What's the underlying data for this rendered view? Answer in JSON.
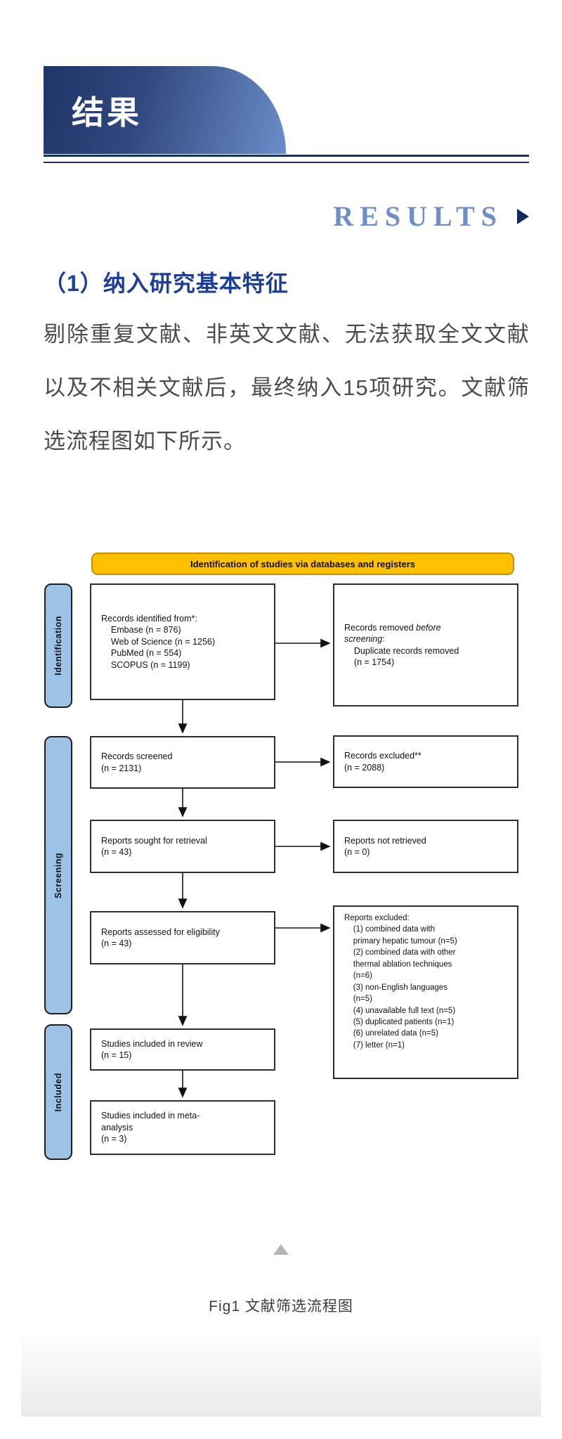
{
  "page": {
    "section_banner_cn": "结果",
    "section_title_en": "RESULTS",
    "subsection_heading": "（1）纳入研究基本特征",
    "paragraph": "剔除重复文献、非英文文献、无法获取全文文献以及不相关文献后，最终纳入15项研究。文献筛选流程图如下所示。",
    "figure_caption": "Fig1 文献筛选流程图"
  },
  "colors": {
    "header_gradient_start": "#203468",
    "header_gradient_end": "#6c8dc9",
    "rule_navy": "#1b2f5e",
    "results_blue": "#6e8ec9",
    "heading_blue": "#1e3f97",
    "flow_banner_gold": "#FFC000",
    "flow_banner_border": "#BF9000",
    "stage_blue": "#9DC3E6"
  },
  "flowchart": {
    "banner": "Identification of studies via databases and registers",
    "stage_identification": "Identification",
    "stage_screening": "Screening",
    "stage_included": "Included",
    "box_records_identified": "Records identified from*:\n    Embase (n = 876)\n    Web of Science (n = 1256)\n    PubMed (n = 554)\n    SCOPUS (n = 1199)",
    "box_records_removed_pre": "Records removed ",
    "box_records_removed_italic": "before\nscreening",
    "box_records_removed_post": ":\n    Duplicate records removed\n    (n = 1754)",
    "box_records_screened": "Records screened\n(n = 2131)",
    "box_records_excluded": "Records excluded**\n(n = 2088)",
    "box_reports_sought": "Reports sought for retrieval\n(n = 43)",
    "box_reports_not_retrieved": "Reports not retrieved\n(n = 0)",
    "box_reports_assessed": "Reports assessed for eligibility\n(n = 43)",
    "box_reports_excluded": "Reports excluded:\n    (1) combined data with\n    primary hepatic tumour (n=5)\n    (2) combined data with other\n    thermal ablation techniques\n    (n=6)\n    (3) non-English languages\n    (n=5)\n    (4) unavailable full text (n=5)\n    (5) duplicated patients (n=1)\n    (6) unrelated data (n=5)\n    (7) letter (n=1)",
    "box_studies_review": "Studies included in review\n(n = 15)",
    "box_studies_meta": "Studies included in meta-\nanalysis\n(n = 3)"
  }
}
